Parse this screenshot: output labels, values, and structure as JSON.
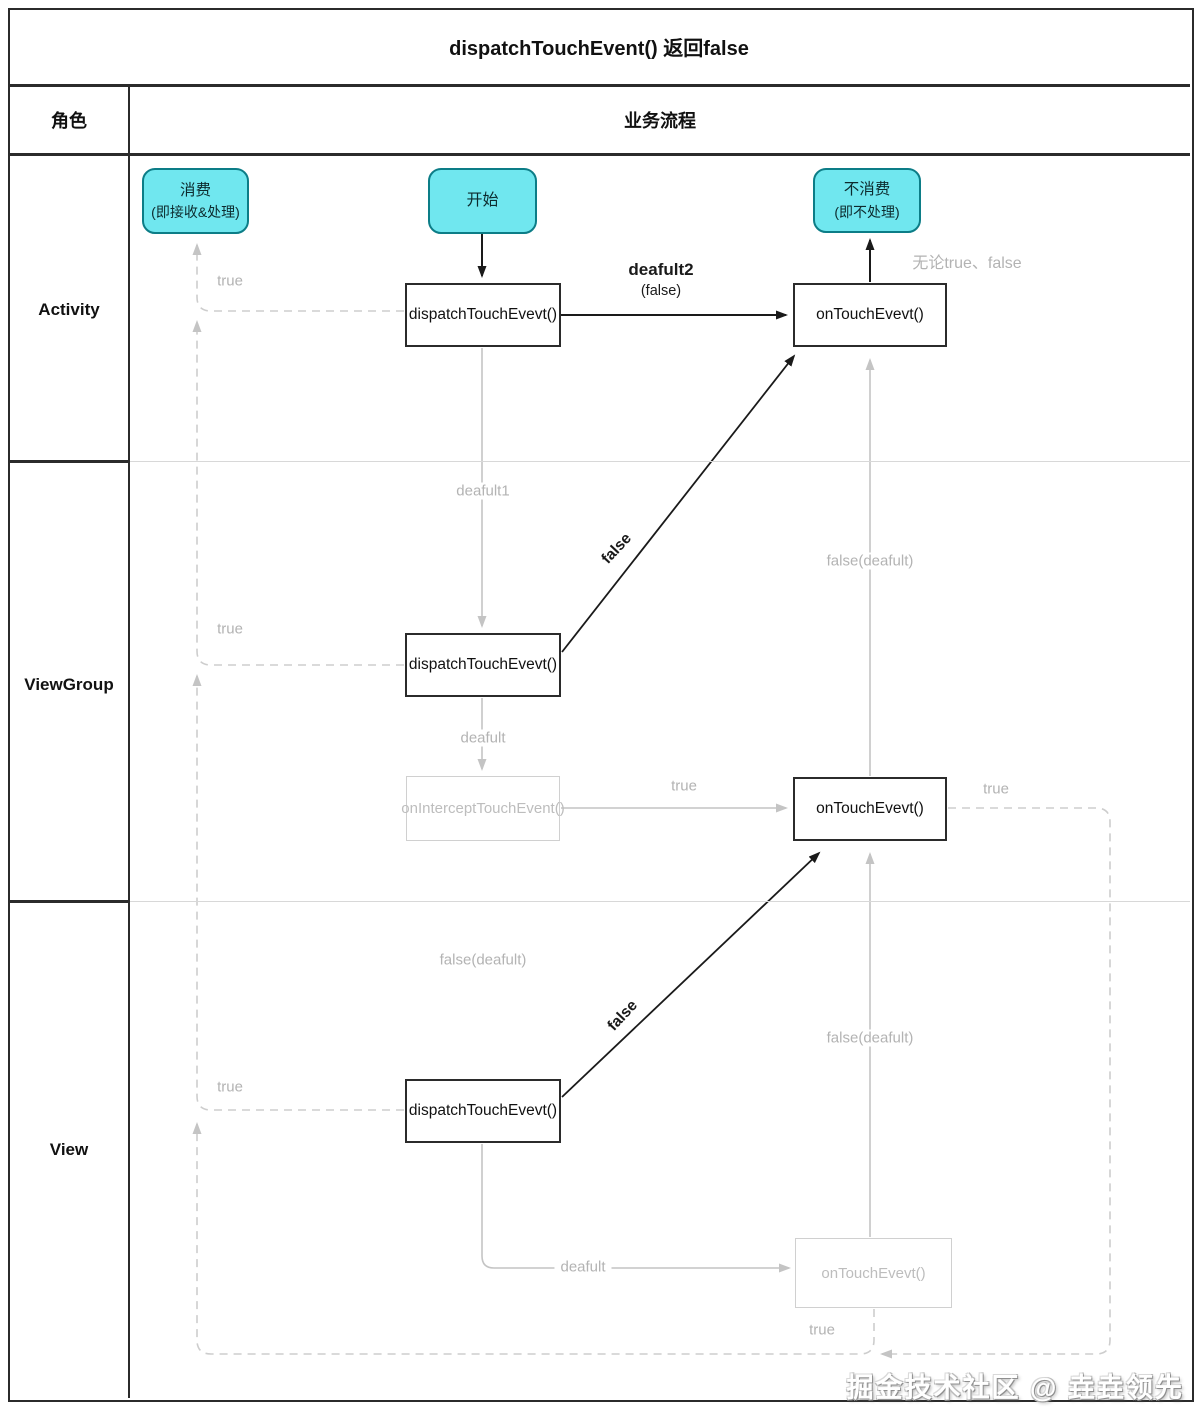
{
  "title": "dispatchTouchEvent() 返回false",
  "header": {
    "role": "角色",
    "flow": "业务流程"
  },
  "lanes": [
    {
      "label": "Activity"
    },
    {
      "label": "ViewGroup"
    },
    {
      "label": "View"
    }
  ],
  "nodes": {
    "consume": {
      "line1": "消费",
      "line2": "(即接收&处理)"
    },
    "start": {
      "label": "开始"
    },
    "not_consume": {
      "line1": "不消费",
      "line2": "(即不处理)"
    },
    "activity_dispatch": {
      "label": "dispatchTouchEvevt()"
    },
    "activity_ontouch": {
      "label": "onTouchEvevt()"
    },
    "viewgroup_dispatch": {
      "label": "dispatchTouchEvevt()"
    },
    "viewgroup_intercept": {
      "label": "onInterceptTouchEvent()"
    },
    "viewgroup_ontouch": {
      "label": "onTouchEvevt()"
    },
    "view_dispatch": {
      "label": "dispatchTouchEvevt()"
    },
    "view_ontouch": {
      "label": "onTouchEvevt()"
    }
  },
  "edges": {
    "true_activity": "true",
    "deafult2": "deafult2",
    "deafult2_sub": "(false)",
    "regardless_true_false": "无论true、false",
    "deafult1": "deafult1",
    "false_diag_upper": "false",
    "false_deafult_upper": "false(deafult)",
    "true_viewgroup": "true",
    "deafult_mid": "deafult",
    "true_intercept": "true",
    "true_right_loop": "true",
    "false_deafult_left": "false(deafult)",
    "false_diag_lower": "false",
    "false_deafult_lower": "false(deafult)",
    "true_view": "true",
    "deafult_bottom": "deafult",
    "true_bottom": "true"
  },
  "watermark": "掘金技术社区 @ 垚垚领先",
  "colors": {
    "accent_fill": "#70E7EF",
    "accent_border": "#0C7D87",
    "line_dark": "#1A1A1A",
    "line_gray": "#C4C4C4",
    "label_gray": "#B3B3B3"
  }
}
